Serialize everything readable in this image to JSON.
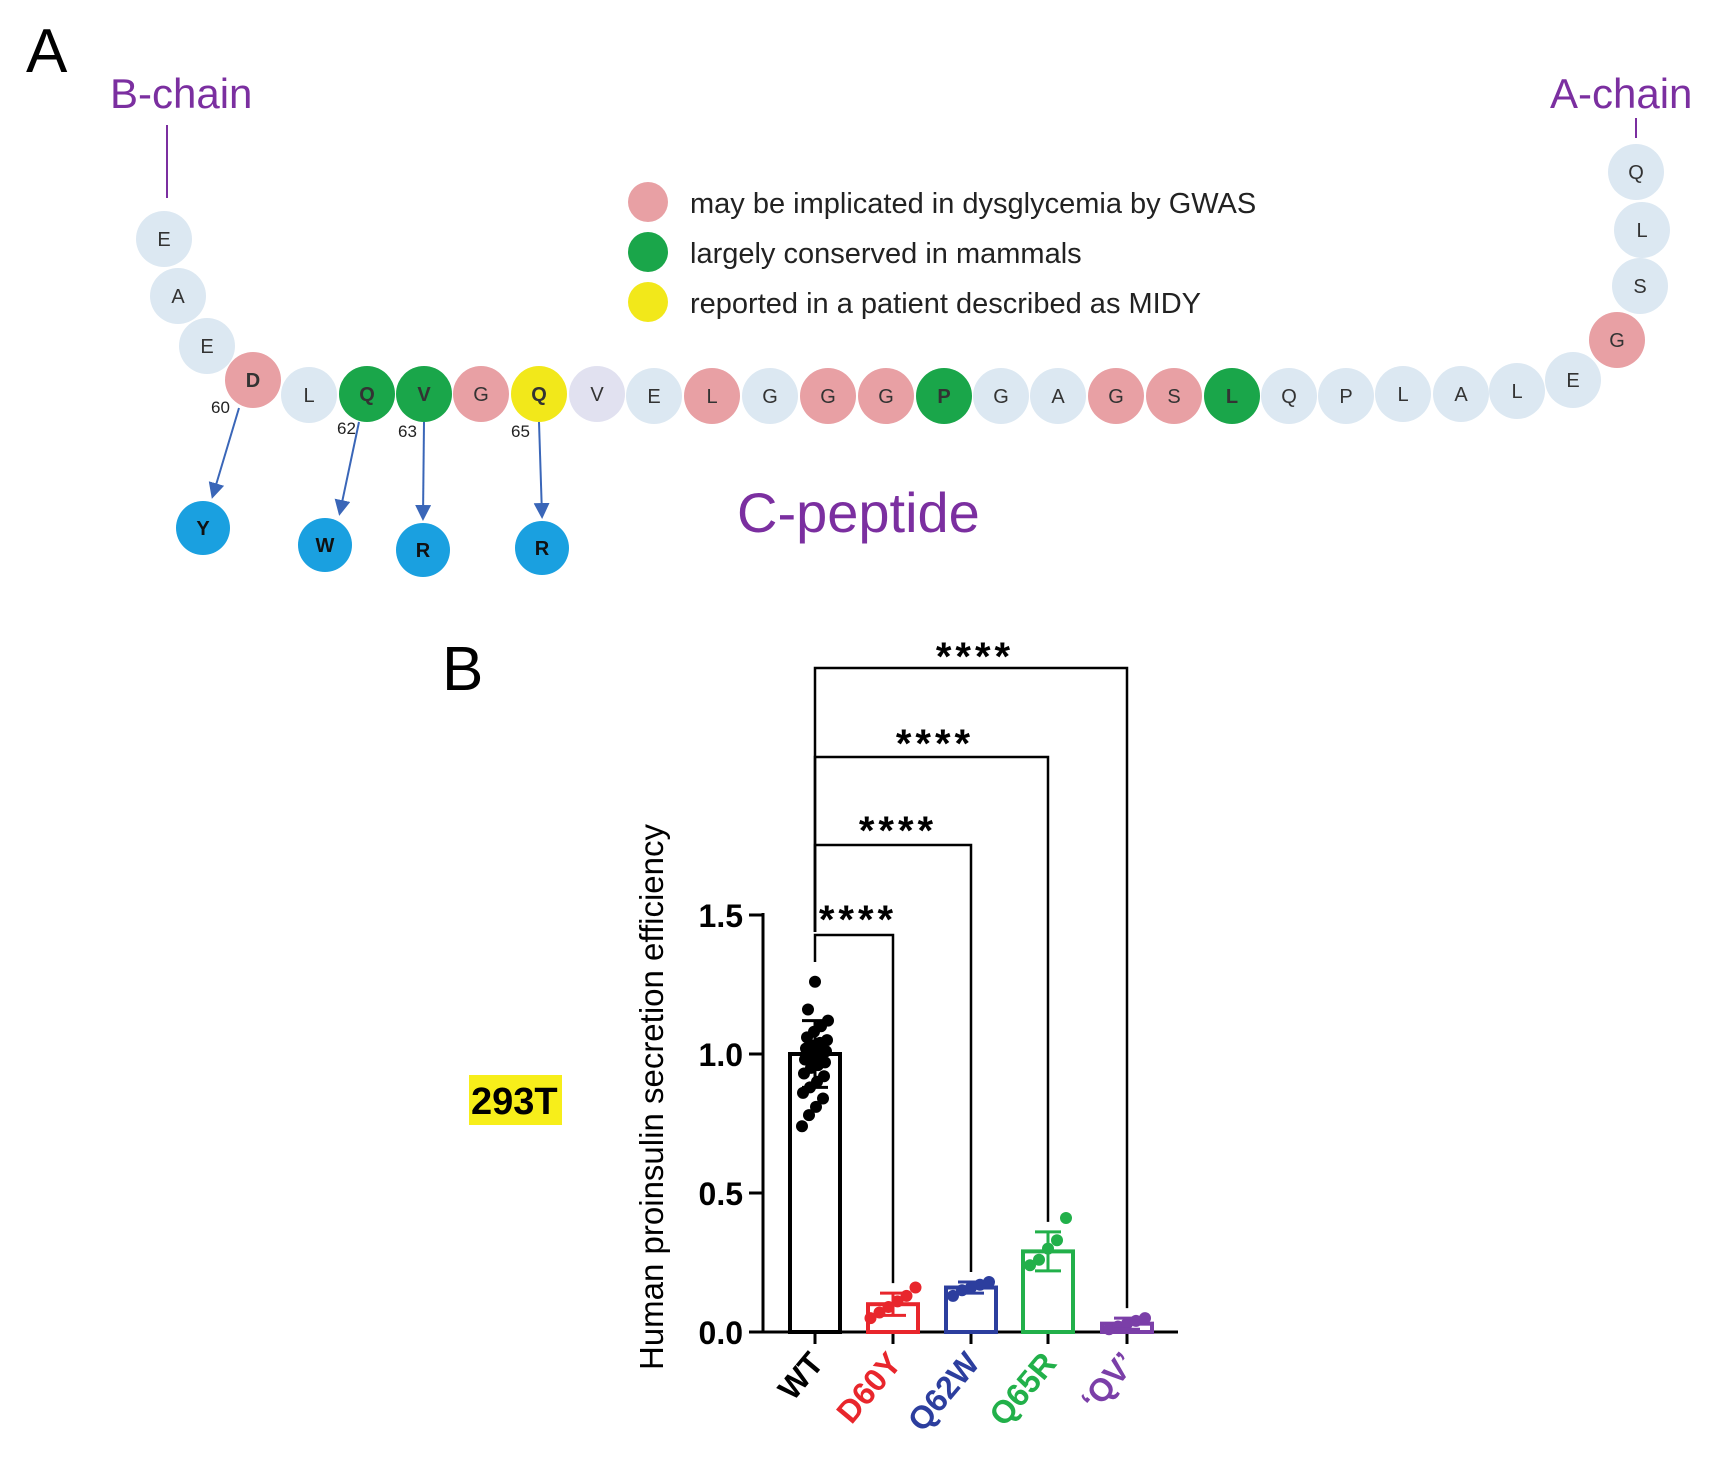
{
  "panel_a": {
    "label": "A",
    "b_chain_label": "B-chain",
    "a_chain_label": "A-chain",
    "c_peptide_label": "C-peptide",
    "colors": {
      "default": "#dce8f2",
      "gwas": "#e8a0a4",
      "conserved": "#1aa64a",
      "midy": "#f2e81a",
      "mutant": "#1aa0e0",
      "lilac": "#e1e1f0",
      "chain_label": "#7b2fa0",
      "arrow": "#3a66b8"
    },
    "legend": [
      {
        "color": "#e8a0a4",
        "text": "may be implicated in dysglycemia by GWAS"
      },
      {
        "color": "#1aa64a",
        "text": "largely conserved in mammals"
      },
      {
        "color": "#f2e81a",
        "text": "reported in a patient described as MIDY"
      }
    ],
    "b_chain_residues": [
      {
        "letter": "E",
        "kind": "default"
      },
      {
        "letter": "A",
        "kind": "default"
      },
      {
        "letter": "E",
        "kind": "default"
      }
    ],
    "c_peptide_residues": [
      {
        "letter": "D",
        "kind": "gwas"
      },
      {
        "letter": "L",
        "kind": "default"
      },
      {
        "letter": "Q",
        "kind": "conserved"
      },
      {
        "letter": "V",
        "kind": "conserved"
      },
      {
        "letter": "G",
        "kind": "gwas"
      },
      {
        "letter": "Q",
        "kind": "midy"
      },
      {
        "letter": "V",
        "kind": "lilac"
      },
      {
        "letter": "E",
        "kind": "default"
      },
      {
        "letter": "L",
        "kind": "gwas"
      },
      {
        "letter": "G",
        "kind": "default"
      },
      {
        "letter": "G",
        "kind": "gwas"
      },
      {
        "letter": "G",
        "kind": "gwas"
      },
      {
        "letter": "P",
        "kind": "conserved"
      },
      {
        "letter": "G",
        "kind": "default"
      },
      {
        "letter": "A",
        "kind": "default"
      },
      {
        "letter": "G",
        "kind": "gwas"
      },
      {
        "letter": "S",
        "kind": "gwas"
      },
      {
        "letter": "L",
        "kind": "conserved"
      },
      {
        "letter": "Q",
        "kind": "default"
      },
      {
        "letter": "P",
        "kind": "default"
      },
      {
        "letter": "L",
        "kind": "default"
      },
      {
        "letter": "A",
        "kind": "default"
      },
      {
        "letter": "L",
        "kind": "default"
      },
      {
        "letter": "E",
        "kind": "default"
      },
      {
        "letter": "G",
        "kind": "gwas"
      }
    ],
    "a_chain_residues": [
      {
        "letter": "S",
        "kind": "default"
      },
      {
        "letter": "L",
        "kind": "default"
      },
      {
        "letter": "Q",
        "kind": "default"
      }
    ],
    "mutations": [
      {
        "position": "60",
        "residue_index": 0,
        "mutant": "Y"
      },
      {
        "position": "62",
        "residue_index": 2,
        "mutant": "W"
      },
      {
        "position": "63",
        "residue_index": 3,
        "mutant": "R"
      },
      {
        "position": "65",
        "residue_index": 5,
        "mutant": "R"
      }
    ]
  },
  "panel_b": {
    "label": "B",
    "cell_label": "293T",
    "cell_label_bg": "#f7ee1a",
    "significance": "****"
  },
  "chart_data": {
    "type": "bar",
    "ylabel": "Human proinsulin secretion efficiency",
    "xlabel": "",
    "ylim": [
      0,
      1.5
    ],
    "yticks": [
      0.0,
      0.5,
      1.0,
      1.5
    ],
    "ytick_labels": [
      "0.0",
      "0.5",
      "1.0",
      "1.5"
    ],
    "categories": [
      "WT",
      "D60Y",
      "Q62W",
      "Q65R",
      "‘QV’"
    ],
    "category_colors": [
      "#000000",
      "#e8262c",
      "#2c3e9e",
      "#22b04a",
      "#7b3fa8"
    ],
    "values": [
      1.0,
      0.1,
      0.16,
      0.29,
      0.03
    ],
    "errors": [
      0.12,
      0.04,
      0.02,
      0.07,
      0.02
    ],
    "points": [
      [
        0.74,
        0.78,
        0.81,
        0.84,
        0.86,
        0.88,
        0.9,
        0.92,
        0.93,
        0.95,
        0.96,
        0.97,
        0.98,
        0.99,
        1.0,
        1.01,
        1.02,
        1.03,
        1.04,
        1.05,
        1.06,
        1.08,
        1.1,
        1.12,
        1.16,
        1.26
      ],
      [
        0.05,
        0.07,
        0.09,
        0.11,
        0.13,
        0.16
      ],
      [
        0.13,
        0.15,
        0.16,
        0.17,
        0.18
      ],
      [
        0.24,
        0.26,
        0.3,
        0.33,
        0.41
      ],
      [
        0.01,
        0.02,
        0.03,
        0.04,
        0.05
      ]
    ],
    "comparisons": [
      {
        "from": "WT",
        "to": "D60Y",
        "label": "****"
      },
      {
        "from": "WT",
        "to": "Q62W",
        "label": "****"
      },
      {
        "from": "WT",
        "to": "Q65R",
        "label": "****"
      },
      {
        "from": "WT",
        "to": "‘QV’",
        "label": "****"
      }
    ]
  }
}
